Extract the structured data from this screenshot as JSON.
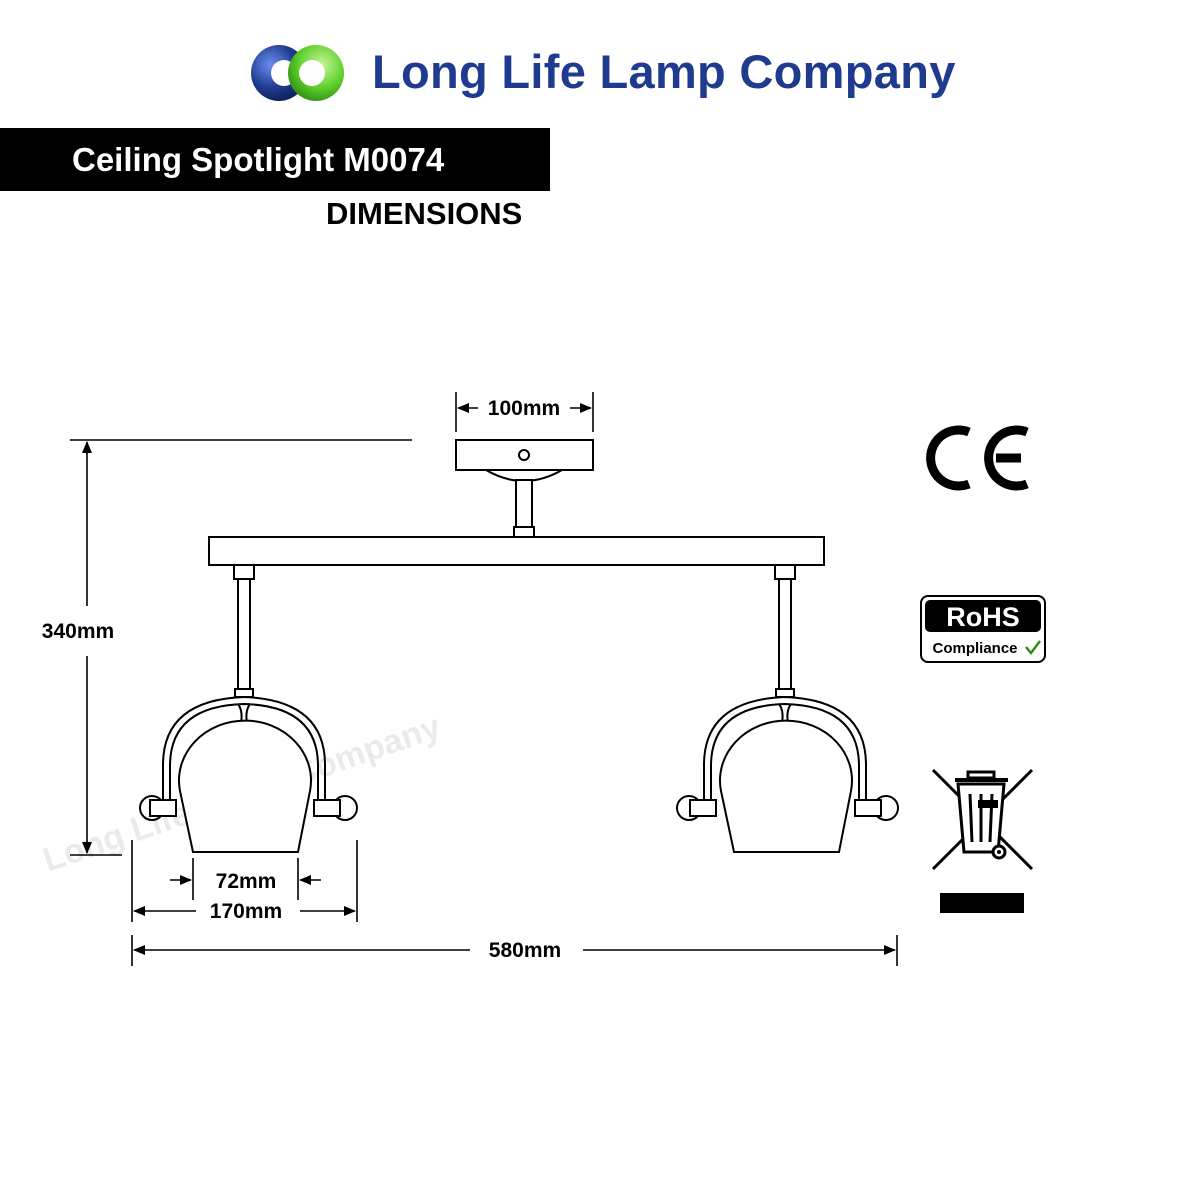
{
  "header": {
    "brand": "Long Life Lamp Company",
    "product_title": "Ceiling Spotlight M0074",
    "section": "DIMENSIONS"
  },
  "dimensions": {
    "canopy_width": "100mm",
    "height": "340mm",
    "shade_inner": "72mm",
    "bracket_width": "170mm",
    "total_width": "580mm"
  },
  "watermark": "Long Life Lamp Company",
  "badges": {
    "ce": "CE",
    "rohs_title": "RoHS",
    "rohs_sub": "Compliance"
  },
  "colors": {
    "brand_blue": "#1f3b8f",
    "logo_green": "#5ccf2a",
    "line": "#000000"
  },
  "icons": [
    "company-logo",
    "ce-mark-icon",
    "rohs-badge-icon",
    "weee-bin-icon"
  ]
}
